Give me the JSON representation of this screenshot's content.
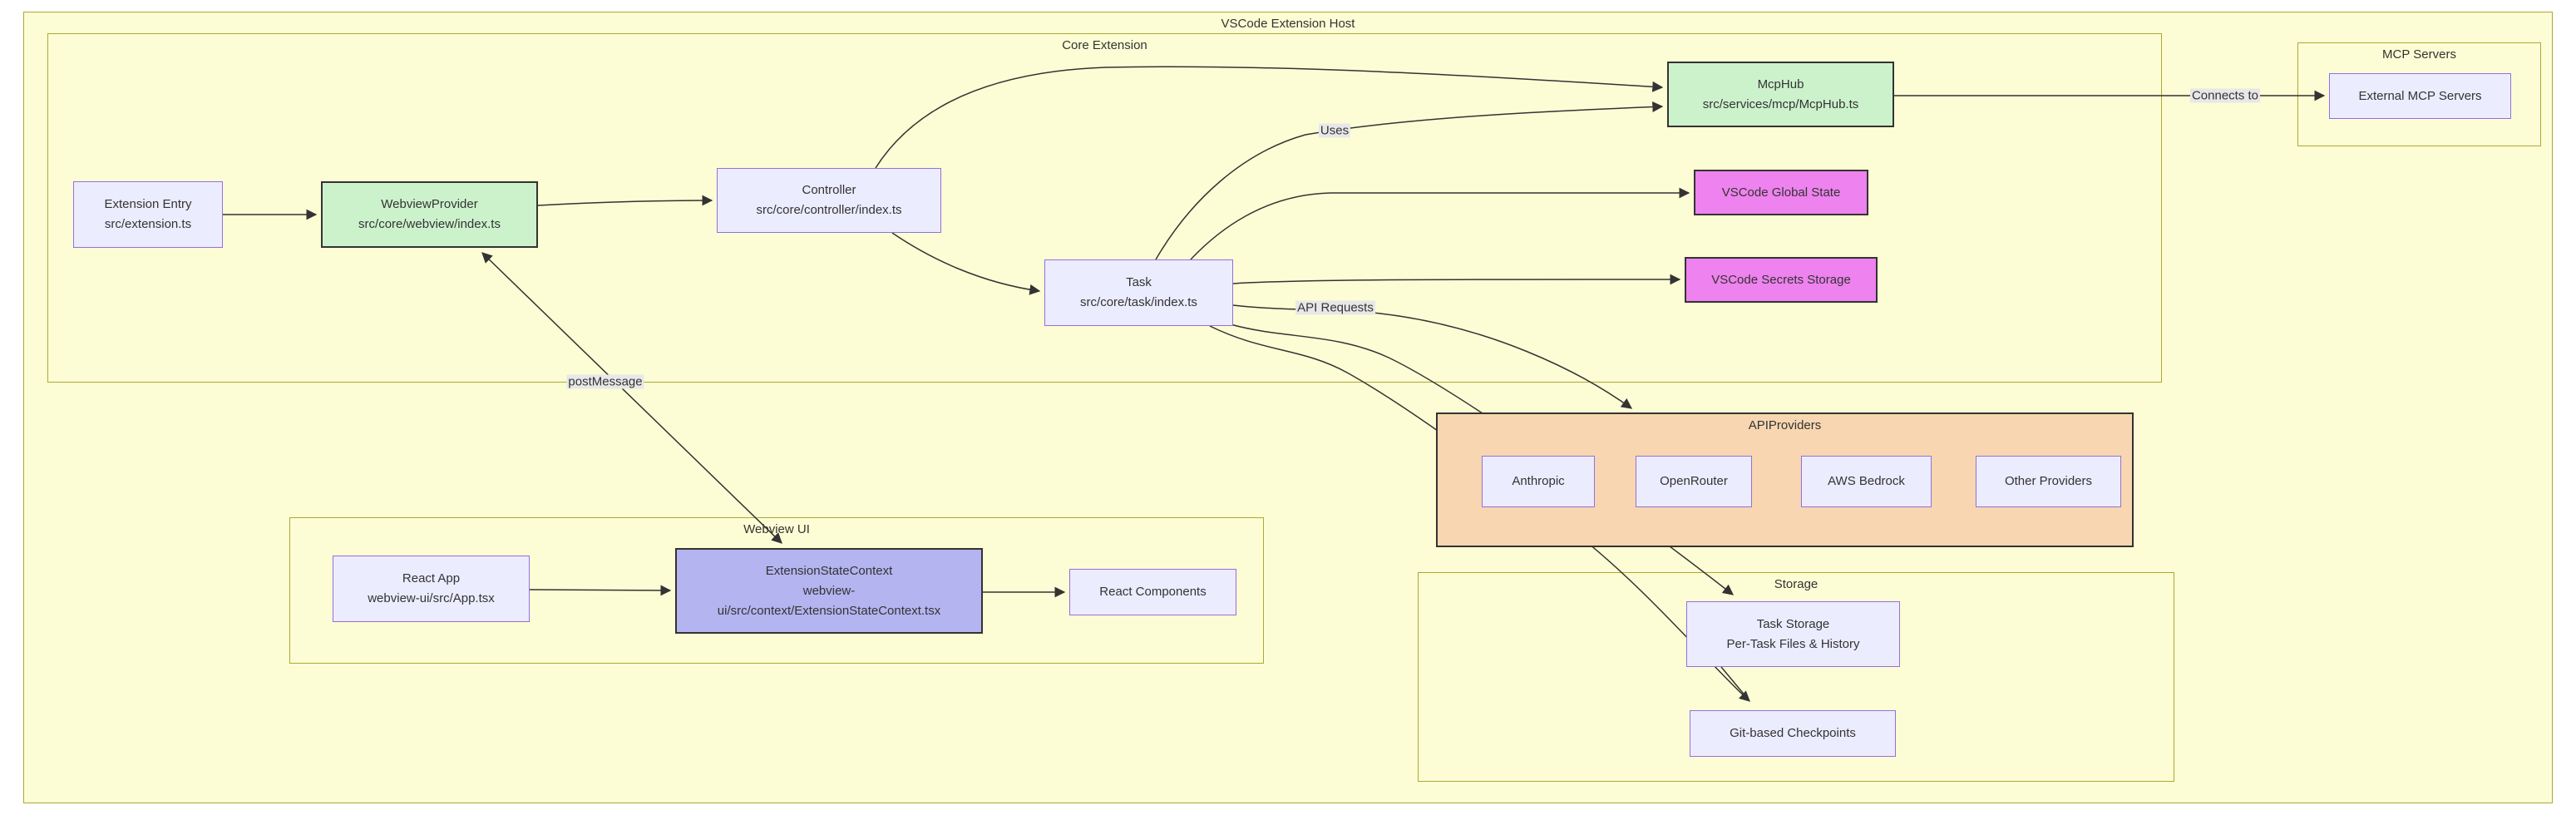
{
  "diagram": {
    "host_label": "VSCode Extension Host",
    "subgraphs": {
      "core": {
        "label": "Core Extension"
      },
      "webview_ui": {
        "label": "Webview UI"
      },
      "api_providers": {
        "label": "APIProviders"
      },
      "storage": {
        "label": "Storage"
      },
      "mcp_servers": {
        "label": "MCP Servers"
      }
    },
    "nodes": {
      "extension_entry": {
        "line1": "Extension Entry",
        "line2": "src/extension.ts"
      },
      "webview_provider": {
        "line1": "WebviewProvider",
        "line2": "src/core/webview/index.ts"
      },
      "controller": {
        "line1": "Controller",
        "line2": "src/core/controller/index.ts"
      },
      "task": {
        "line1": "Task",
        "line2": "src/core/task/index.ts"
      },
      "mcphub": {
        "line1": "McpHub",
        "line2": "src/services/mcp/McpHub.ts"
      },
      "global_state": {
        "line1": "VSCode Global State"
      },
      "secrets_storage": {
        "line1": "VSCode Secrets Storage"
      },
      "external_mcp": {
        "line1": "External MCP Servers"
      },
      "react_app": {
        "line1": "React App",
        "line2": "webview-ui/src/App.tsx"
      },
      "ext_state_context": {
        "line1": "ExtensionStateContext",
        "line2": "webview-",
        "line3": "ui/src/context/ExtensionStateContext.tsx"
      },
      "react_components": {
        "line1": "React Components"
      },
      "anthropic": {
        "line1": "Anthropic"
      },
      "openrouter": {
        "line1": "OpenRouter"
      },
      "aws_bedrock": {
        "line1": "AWS Bedrock"
      },
      "other_providers": {
        "line1": "Other Providers"
      },
      "task_storage": {
        "line1": "Task Storage",
        "line2": "Per-Task Files & History"
      },
      "git_checkpoints": {
        "line1": "Git-based Checkpoints"
      }
    },
    "edge_labels": {
      "uses": "Uses",
      "api_requests": "API Requests",
      "post_message": "postMessage",
      "connects_to": "Connects to"
    },
    "colors": {
      "cluster_fill": "#fdfdd5",
      "cluster_border": "#aaaa33",
      "node_default_fill": "#ECECFF",
      "node_default_border": "#9370DB",
      "node_green_fill": "#ccf2cc",
      "node_magenta_fill": "#ee82ee",
      "node_purple_fill": "#b4b4f0",
      "api_cluster_fill": "#f7d6b1",
      "edge_stroke": "#333333",
      "edge_label_bg": "#e8e8e8"
    }
  }
}
